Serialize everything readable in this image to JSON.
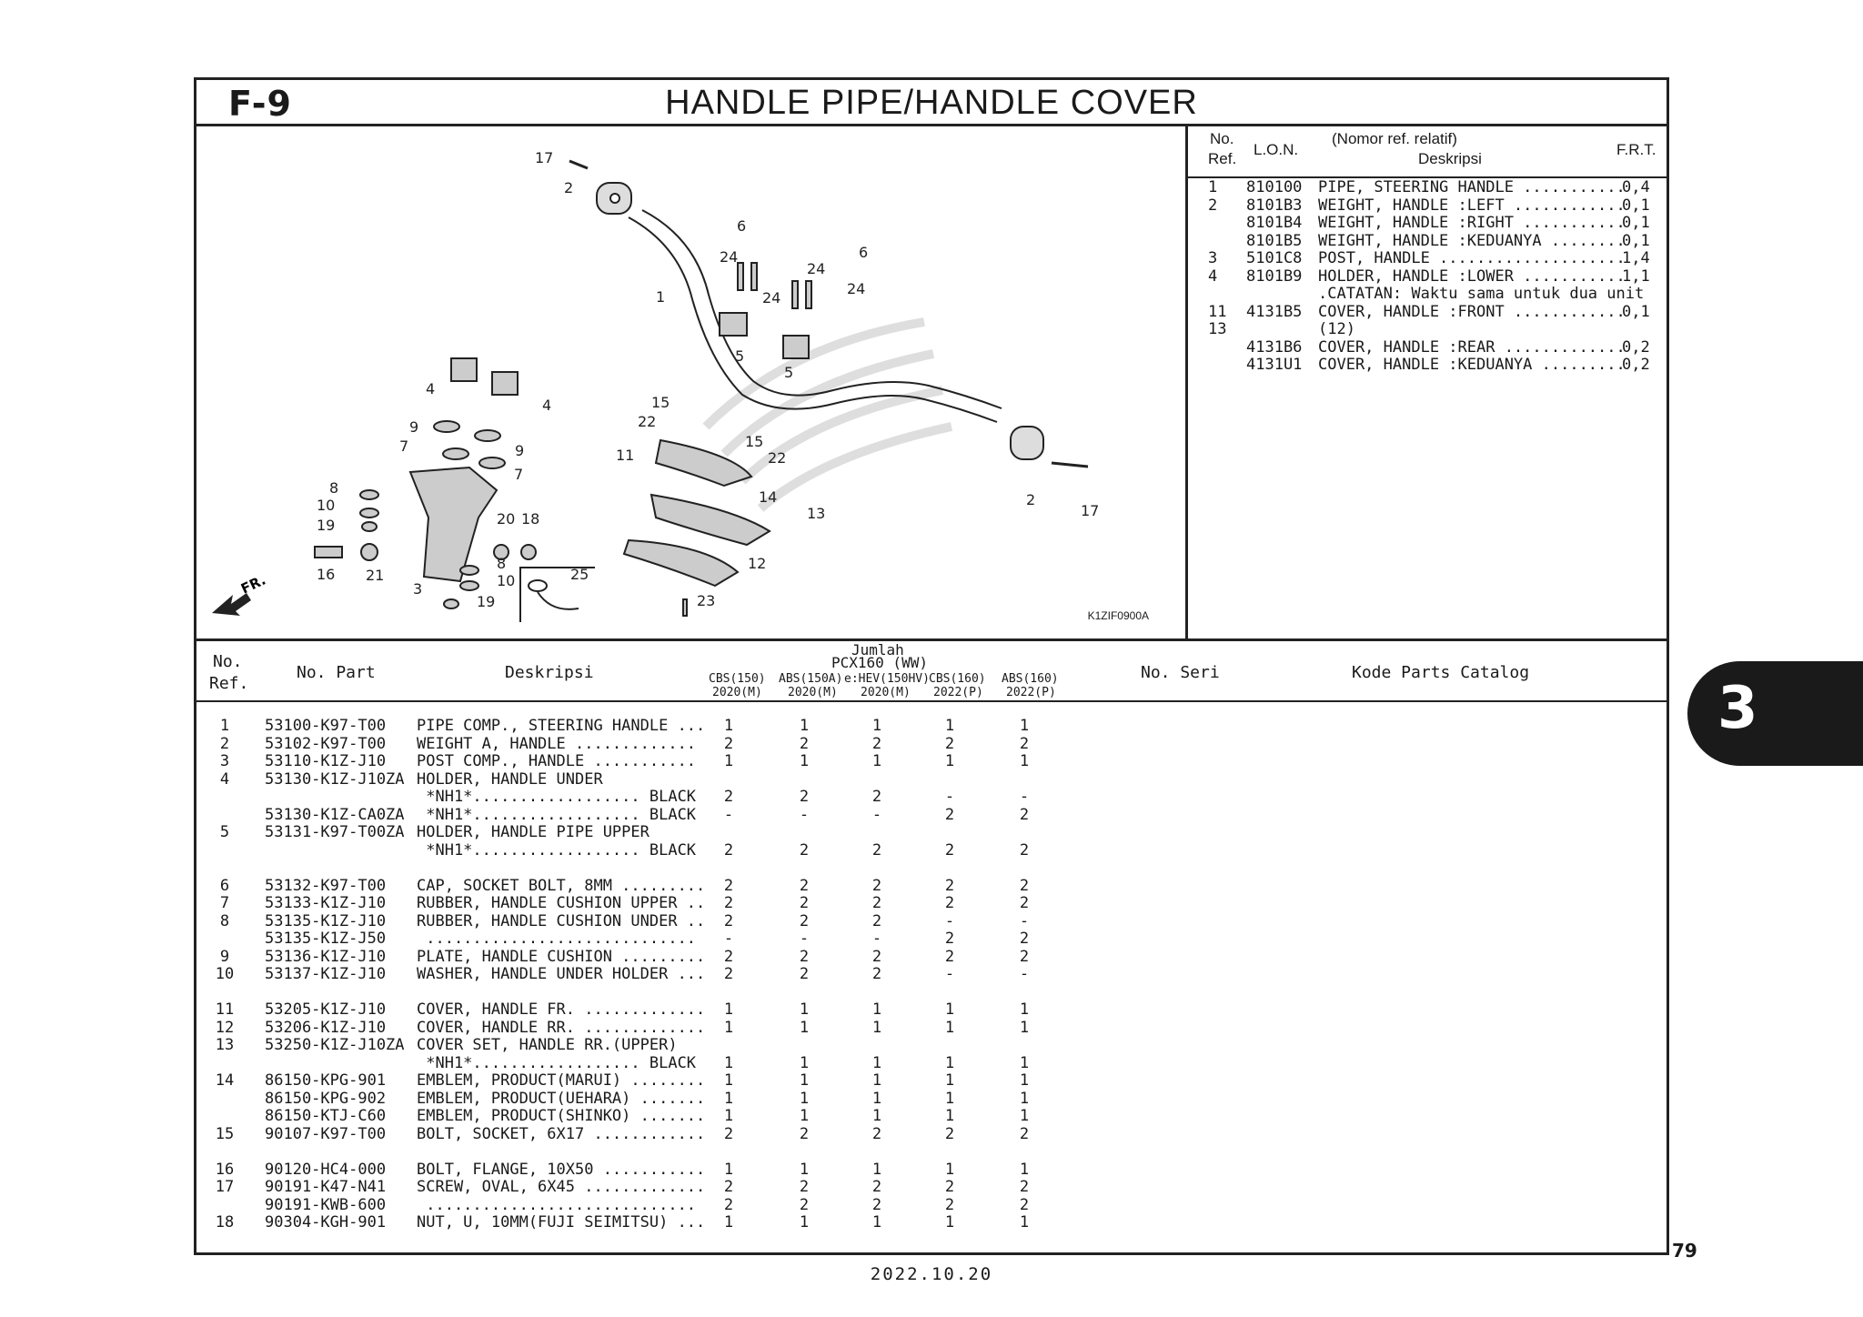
{
  "header": {
    "code": "F-9",
    "title": "HANDLE PIPE/HANDLE COVER"
  },
  "diagram": {
    "fr_label": "FR.",
    "image_code": "K1ZIF0900A",
    "callouts": [
      "17",
      "2",
      "6",
      "24",
      "6",
      "24",
      "24",
      "24",
      "1",
      "5",
      "5",
      "4",
      "4",
      "15",
      "22",
      "9",
      "7",
      "9",
      "7",
      "11",
      "15",
      "22",
      "2",
      "17",
      "14",
      "13",
      "8",
      "10",
      "19",
      "20",
      "18",
      "16",
      "21",
      "3",
      "8",
      "10",
      "19",
      "25",
      "12",
      "23"
    ]
  },
  "side_table": {
    "headers": {
      "no_ref_1": "No.",
      "no_ref_2": "Ref.",
      "lon": "L.O.N.",
      "nomor": "(Nomor ref. relatif)",
      "deskripsi": "Deskripsi",
      "frt": "F.R.T."
    },
    "rows": [
      {
        "ref": "1",
        "lon": "810100",
        "desc": "PIPE, STEERING HANDLE ...........",
        "frt": "0,4"
      },
      {
        "ref": "2",
        "lon": "8101B3",
        "desc": "WEIGHT, HANDLE :LEFT ............",
        "frt": "0,1"
      },
      {
        "ref": "",
        "lon": "8101B4",
        "desc": "WEIGHT, HANDLE :RIGHT ...........",
        "frt": "0,1"
      },
      {
        "ref": "",
        "lon": "8101B5",
        "desc": "WEIGHT, HANDLE :KEDUANYA ........",
        "frt": "0,1"
      },
      {
        "ref": "3",
        "lon": "5101C8",
        "desc": "POST, HANDLE ....................",
        "frt": "1,4"
      },
      {
        "ref": "4",
        "lon": "8101B9",
        "desc": "HOLDER, HANDLE :LOWER ...........",
        "frt": "1,1"
      },
      {
        "ref": "",
        "lon": "",
        "desc": ".CATATAN: Waktu sama untuk dua unit",
        "frt": ""
      },
      {
        "ref": "11",
        "lon": "4131B5",
        "desc": "COVER, HANDLE :FRONT ............",
        "frt": "0,1"
      },
      {
        "ref": "13",
        "lon": "",
        "desc": "(12)",
        "frt": ""
      },
      {
        "ref": "",
        "lon": "4131B6",
        "desc": "COVER, HANDLE :REAR .............",
        "frt": "0,2"
      },
      {
        "ref": "",
        "lon": "4131U1",
        "desc": "COVER, HANDLE :KEDUANYA .........",
        "frt": "0,2"
      }
    ]
  },
  "parts_table": {
    "headers": {
      "no_ref_1": "No.",
      "no_ref_2": "Ref.",
      "no_part": "No. Part",
      "deskripsi": "Deskripsi",
      "jumlah": "Jumlah",
      "model": "PCX160 (WW)",
      "cols": [
        {
          "top": "CBS(150)",
          "bottom": "2020(M)"
        },
        {
          "top": "ABS(150A)",
          "bottom": "2020(M)"
        },
        {
          "top": "e:HEV(150HV)",
          "bottom": "2020(M)"
        },
        {
          "top": "CBS(160)",
          "bottom": "2022(P)"
        },
        {
          "top": "ABS(160)",
          "bottom": "2022(P)"
        }
      ],
      "no_seri": "No. Seri",
      "kode": "Kode Parts Catalog"
    },
    "rows": [
      {
        "ref": "1",
        "part": "53100-K97-T00",
        "desc": "PIPE COMP., STEERING HANDLE ...",
        "q": [
          "1",
          "1",
          "1",
          "1",
          "1"
        ]
      },
      {
        "ref": "2",
        "part": "53102-K97-T00",
        "desc": "WEIGHT A, HANDLE .............",
        "q": [
          "2",
          "2",
          "2",
          "2",
          "2"
        ]
      },
      {
        "ref": "3",
        "part": "53110-K1Z-J10",
        "desc": "POST COMP., HANDLE ...........",
        "q": [
          "1",
          "1",
          "1",
          "1",
          "1"
        ]
      },
      {
        "ref": "4",
        "part": "53130-K1Z-J10ZA",
        "desc": "HOLDER, HANDLE UNDER",
        "q": [
          "",
          "",
          "",
          "",
          ""
        ]
      },
      {
        "ref": "",
        "part": "",
        "desc": " *NH1*.................. BLACK",
        "q": [
          "2",
          "2",
          "2",
          "-",
          "-"
        ]
      },
      {
        "ref": "",
        "part": "53130-K1Z-CA0ZA",
        "desc": " *NH1*.................. BLACK",
        "q": [
          "-",
          "-",
          "-",
          "2",
          "2"
        ]
      },
      {
        "ref": "5",
        "part": "53131-K97-T00ZA",
        "desc": "HOLDER, HANDLE PIPE UPPER",
        "q": [
          "",
          "",
          "",
          "",
          ""
        ]
      },
      {
        "ref": "",
        "part": "",
        "desc": " *NH1*.................. BLACK",
        "q": [
          "2",
          "2",
          "2",
          "2",
          "2"
        ]
      },
      {
        "ref": "",
        "part": "",
        "desc": "",
        "q": [
          "",
          "",
          "",
          "",
          ""
        ]
      },
      {
        "ref": "6",
        "part": "53132-K97-T00",
        "desc": "CAP, SOCKET BOLT, 8MM .........",
        "q": [
          "2",
          "2",
          "2",
          "2",
          "2"
        ]
      },
      {
        "ref": "7",
        "part": "53133-K1Z-J10",
        "desc": "RUBBER, HANDLE CUSHION UPPER ..",
        "q": [
          "2",
          "2",
          "2",
          "2",
          "2"
        ]
      },
      {
        "ref": "8",
        "part": "53135-K1Z-J10",
        "desc": "RUBBER, HANDLE CUSHION UNDER ..",
        "q": [
          "2",
          "2",
          "2",
          "-",
          "-"
        ]
      },
      {
        "ref": "",
        "part": "53135-K1Z-J50",
        "desc": " .............................",
        "q": [
          "-",
          "-",
          "-",
          "2",
          "2"
        ]
      },
      {
        "ref": "9",
        "part": "53136-K1Z-J10",
        "desc": "PLATE, HANDLE CUSHION .........",
        "q": [
          "2",
          "2",
          "2",
          "2",
          "2"
        ]
      },
      {
        "ref": "10",
        "part": "53137-K1Z-J10",
        "desc": "WASHER, HANDLE UNDER HOLDER ...",
        "q": [
          "2",
          "2",
          "2",
          "-",
          "-"
        ]
      },
      {
        "ref": "",
        "part": "",
        "desc": "",
        "q": [
          "",
          "",
          "",
          "",
          ""
        ]
      },
      {
        "ref": "11",
        "part": "53205-K1Z-J10",
        "desc": "COVER, HANDLE FR. .............",
        "q": [
          "1",
          "1",
          "1",
          "1",
          "1"
        ]
      },
      {
        "ref": "12",
        "part": "53206-K1Z-J10",
        "desc": "COVER, HANDLE RR. .............",
        "q": [
          "1",
          "1",
          "1",
          "1",
          "1"
        ]
      },
      {
        "ref": "13",
        "part": "53250-K1Z-J10ZA",
        "desc": "COVER SET, HANDLE RR.(UPPER)",
        "q": [
          "",
          "",
          "",
          "",
          ""
        ]
      },
      {
        "ref": "",
        "part": "",
        "desc": " *NH1*.................. BLACK",
        "q": [
          "1",
          "1",
          "1",
          "1",
          "1"
        ]
      },
      {
        "ref": "14",
        "part": "86150-KPG-901",
        "desc": "EMBLEM, PRODUCT(MARUI) ........",
        "q": [
          "1",
          "1",
          "1",
          "1",
          "1"
        ]
      },
      {
        "ref": "",
        "part": "86150-KPG-902",
        "desc": "EMBLEM, PRODUCT(UEHARA) .......",
        "q": [
          "1",
          "1",
          "1",
          "1",
          "1"
        ]
      },
      {
        "ref": "",
        "part": "86150-KTJ-C60",
        "desc": "EMBLEM, PRODUCT(SHINKO) .......",
        "q": [
          "1",
          "1",
          "1",
          "1",
          "1"
        ]
      },
      {
        "ref": "15",
        "part": "90107-K97-T00",
        "desc": "BOLT, SOCKET, 6X17 ............",
        "q": [
          "2",
          "2",
          "2",
          "2",
          "2"
        ]
      },
      {
        "ref": "",
        "part": "",
        "desc": "",
        "q": [
          "",
          "",
          "",
          "",
          ""
        ]
      },
      {
        "ref": "16",
        "part": "90120-HC4-000",
        "desc": "BOLT, FLANGE, 10X50 ...........",
        "q": [
          "1",
          "1",
          "1",
          "1",
          "1"
        ]
      },
      {
        "ref": "17",
        "part": "90191-K47-N41",
        "desc": "SCREW, OVAL, 6X45 .............",
        "q": [
          "2",
          "2",
          "2",
          "2",
          "2"
        ]
      },
      {
        "ref": "",
        "part": "90191-KWB-600",
        "desc": " .............................",
        "q": [
          "2",
          "2",
          "2",
          "2",
          "2"
        ]
      },
      {
        "ref": "18",
        "part": "90304-KGH-901",
        "desc": "NUT, U, 10MM(FUJI SEIMITSU) ...",
        "q": [
          "1",
          "1",
          "1",
          "1",
          "1"
        ]
      }
    ]
  },
  "chapter_tab": "3",
  "page_number": "79",
  "footer_date": "2022.10.20"
}
